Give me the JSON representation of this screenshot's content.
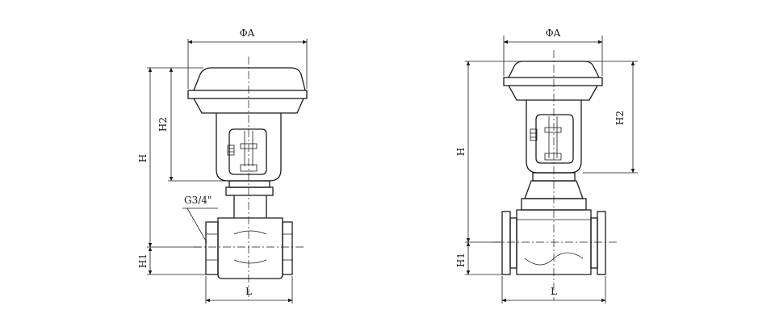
{
  "left_view": {
    "dim_phiA": "ΦA",
    "dim_H": "H",
    "dim_H2": "H2",
    "dim_H1": "H1",
    "dim_L": "L",
    "port_label": "G3/4\""
  },
  "right_view": {
    "dim_phiA": "ΦA",
    "dim_H": "H",
    "dim_H2": "H2",
    "dim_H1": "H1",
    "dim_L": "L"
  },
  "colors": {
    "line": "#1a1a1a",
    "background": "#ffffff"
  }
}
